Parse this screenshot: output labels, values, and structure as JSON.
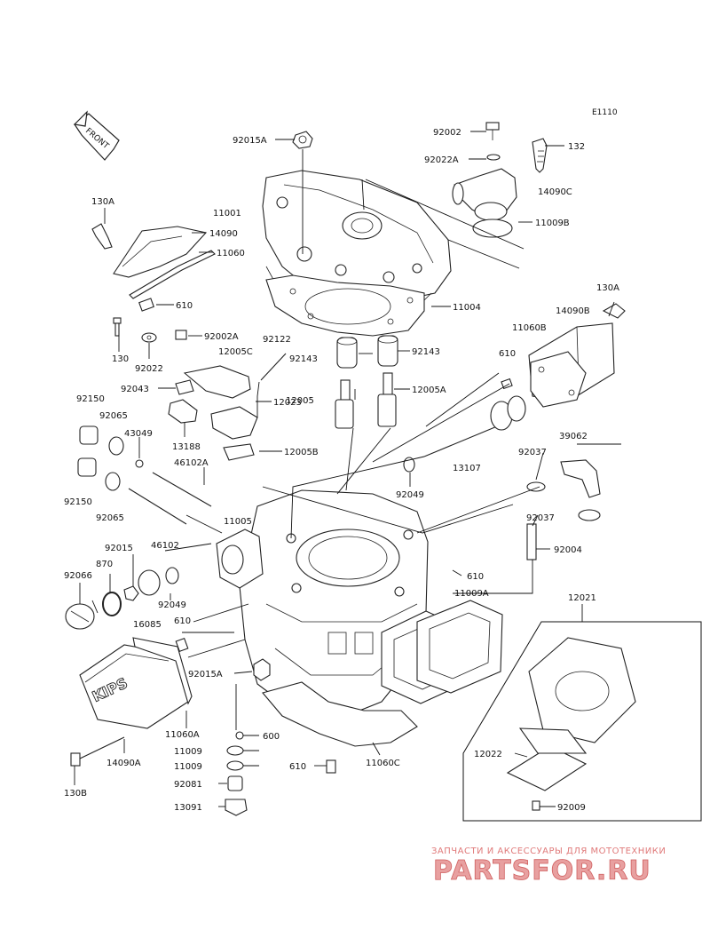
{
  "figure_code": "E1110",
  "front_label": "FRONT",
  "part_labels": {
    "p92015A_top": "92015A",
    "p92002_top": "92002",
    "p132": "132",
    "p92022A": "92022A",
    "p14090C": "14090C",
    "p11009B": "11009B",
    "p130A_left": "130A",
    "p11001": "11001",
    "p14090_top": "14090",
    "p11060_top": "11060",
    "p610_a": "610",
    "p130A_right": "130A",
    "p14090B": "14090B",
    "p11004": "11004",
    "p11060B": "11060B",
    "p130": "130",
    "p92022": "92022",
    "p92002A": "92002A",
    "p92122": "92122",
    "p12005C": "12005C",
    "p92143_a": "92143",
    "p92143_b": "92143",
    "p610_b": "610",
    "p92043": "92043",
    "p12005": "12005",
    "p12005A": "12005A",
    "p92150_a": "92150",
    "p92065_a": "92065",
    "p43049": "43049",
    "p12023": "12023",
    "p13188": "13188",
    "p12005B": "12005B",
    "p39062": "39062",
    "p13107": "13107",
    "p92037_a": "92037",
    "p46102A": "46102A",
    "p92049_a": "92049",
    "p92150_b": "92150",
    "p92065_b": "92065",
    "p92037_b": "92037",
    "p11005": "11005",
    "p92015": "92015",
    "p46102": "46102",
    "p92004": "92004",
    "p870": "870",
    "p92066": "92066",
    "p610_c": "610",
    "p11009A": "11009A",
    "p92049_b": "92049",
    "p16085": "16085",
    "p610_d": "610",
    "p12021": "12021",
    "p92015A_bottom": "92015A",
    "p11060A": "11060A",
    "p600": "600",
    "p14090A": "14090A",
    "p11009_a": "11009",
    "p11009_b": "11009",
    "p11060C": "11060C",
    "p12022": "12022",
    "p92081": "92081",
    "p610_e": "610",
    "p130B": "130B",
    "p13091": "13091",
    "p92009": "92009"
  },
  "cover_lettering": "KIPS",
  "watermark": {
    "tagline": "ЗАПЧАСТИ И АКСЕССУАРЫ ДЛЯ МОТОТЕХНИКИ",
    "brand": "PARTSFOR.RU"
  }
}
